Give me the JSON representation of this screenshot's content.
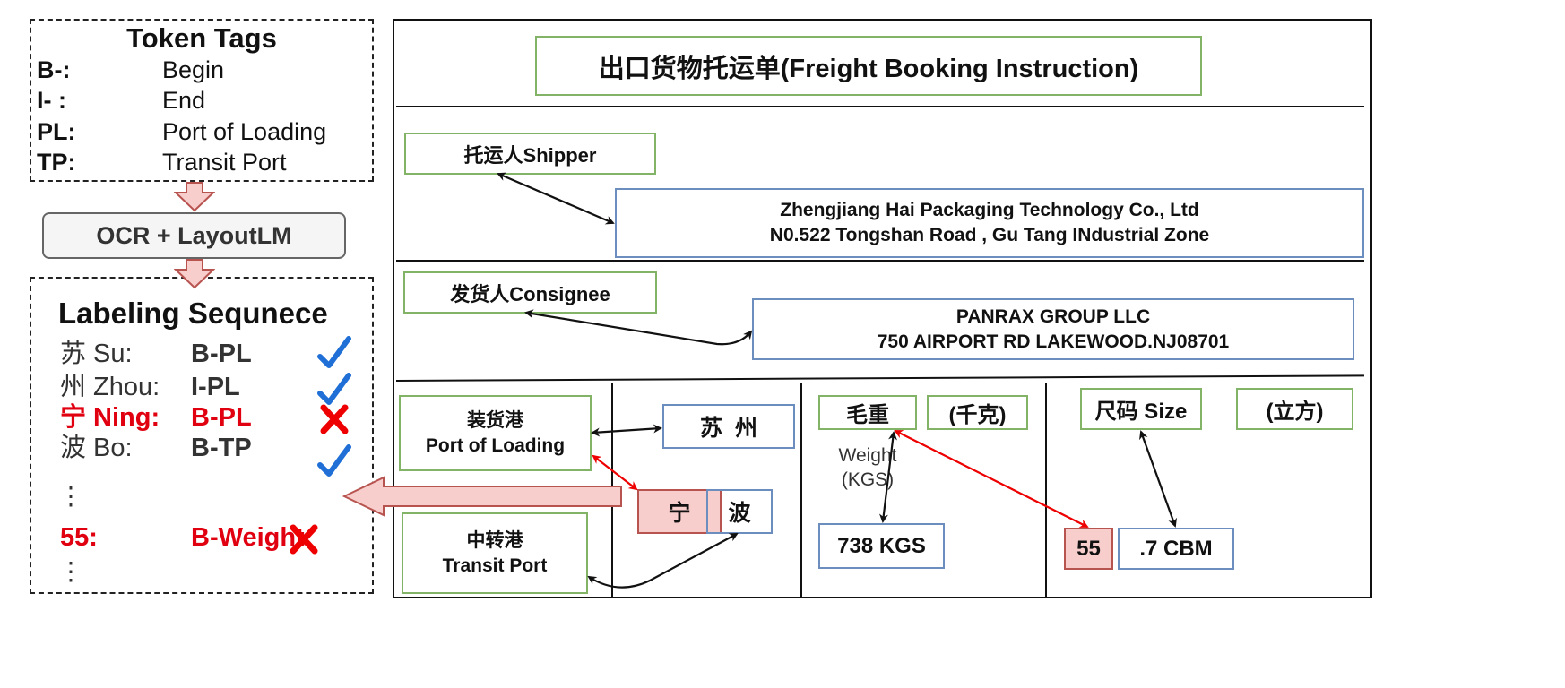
{
  "token_tags": {
    "title": "Token Tags",
    "rows": [
      {
        "key": "B-:",
        "value": "Begin"
      },
      {
        "key": "I- :",
        "value": "End"
      },
      {
        "key": "PL:",
        "value": "Port of Loading"
      },
      {
        "key": "TP:",
        "value": "Transit Port"
      }
    ]
  },
  "process": {
    "label": "OCR + LayoutLM"
  },
  "labeling": {
    "title": "Labeling Sequnece",
    "rows": [
      {
        "token": "苏 Su:",
        "tag": "B-PL",
        "correct": true
      },
      {
        "token": "州 Zhou:",
        "tag": "I-PL",
        "correct": true
      },
      {
        "token": "宁 Ning:",
        "tag": "B-PL",
        "correct": false
      },
      {
        "token": "波 Bo:",
        "tag": "B-TP",
        "correct": true
      },
      {
        "token": "55:",
        "tag": "B-Weight",
        "correct": false
      }
    ],
    "ellipsis": "⋮"
  },
  "document": {
    "title": "出口货物托运单(Freight Booking Instruction)",
    "shipper": {
      "label": "托运人Shipper",
      "line1": "Zhengjiang Hai Packaging Technology Co., Ltd",
      "line2": "N0.522 Tongshan Road , Gu Tang INdustrial Zone"
    },
    "consignee": {
      "label": "发货人Consignee",
      "line1": "PANRAX GROUP LLC",
      "line2": "750 AIRPORT RD LAKEWOOD.NJ08701"
    },
    "port_of_loading": {
      "label_cn": "装货港",
      "label_en": "Port of Loading",
      "value": "苏  州"
    },
    "transit_port": {
      "label_cn": "中转港",
      "label_en": "Transit Port"
    },
    "ningbo": {
      "part1": "宁",
      "part2": "波"
    },
    "weight": {
      "label_cn": "毛重",
      "unit_cn": "(千克)",
      "label_en": "Weight",
      "unit_en": "(KGS)",
      "value": "738 KGS"
    },
    "size": {
      "label": "尺码 Size",
      "unit_cn": "(立方)",
      "value_part1": "55",
      "value_part2": ".7 CBM"
    }
  },
  "colors": {
    "green_border": "#82b366",
    "blue_border": "#6c8ebf",
    "red_fill": "#f8cecc",
    "red_border": "#b85450",
    "error_red": "#e0000f",
    "check_blue": "#1f6fd6"
  }
}
